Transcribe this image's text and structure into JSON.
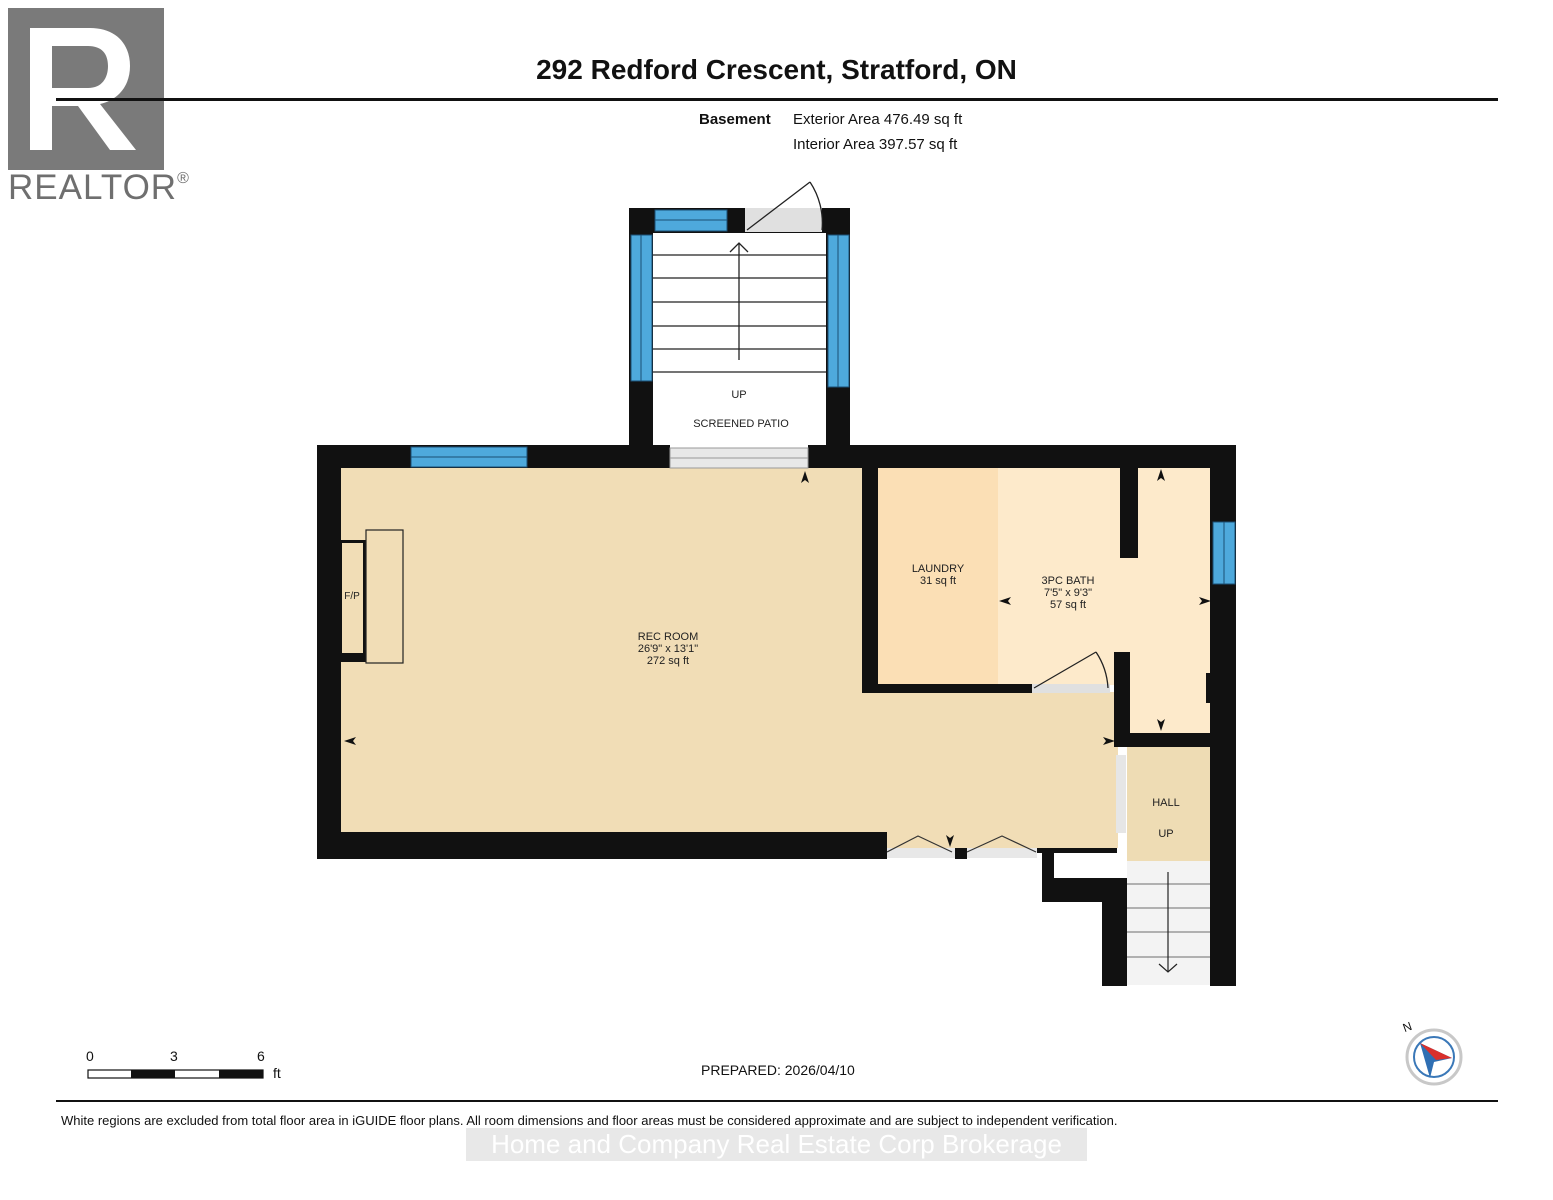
{
  "title": "292 Redford Crescent, Stratford, ON",
  "floor": {
    "name": "Basement",
    "exterior_area": "Exterior Area 476.49 sq ft",
    "interior_area": "Interior Area 397.57 sq ft"
  },
  "logo": {
    "text": "REALTOR",
    "mark": "®",
    "icon": "realtor-r-logo"
  },
  "rooms": {
    "rec_room": {
      "name": "REC ROOM",
      "dims": "26'9\" x 13'1\"",
      "area": "272 sq ft"
    },
    "laundry": {
      "name": "LAUNDRY",
      "area": "31 sq ft"
    },
    "bath": {
      "name": "3PC BATH",
      "dims": "7'5\" x 9'3\"",
      "area": "57 sq ft"
    },
    "hall": {
      "name": "HALL",
      "stair": "UP"
    },
    "patio": {
      "name": "SCREENED PATIO",
      "stair": "UP"
    },
    "fireplace": {
      "name": "F/P"
    }
  },
  "scale": {
    "ticks": [
      "0",
      "3",
      "6"
    ],
    "unit": "ft"
  },
  "compass": {
    "label": "N",
    "icon": "compass-icon"
  },
  "prepared": "PREPARED: 2026/04/10",
  "disclaimer": "White regions are excluded from total floor area in iGUIDE floor plans. All room dimensions and floor areas must be considered approximate and are subject to independent verification.",
  "watermark": "Home and Company Real Estate Corp Brokerage",
  "colors": {
    "wall": "#111111",
    "window": "#4ea9dc",
    "rec_room": "#f1ddb6",
    "laundry": "#fbdfb5",
    "bath": "#fdeacb",
    "hall": "#eedcb4",
    "logo_gray": "#6f6f6f"
  }
}
